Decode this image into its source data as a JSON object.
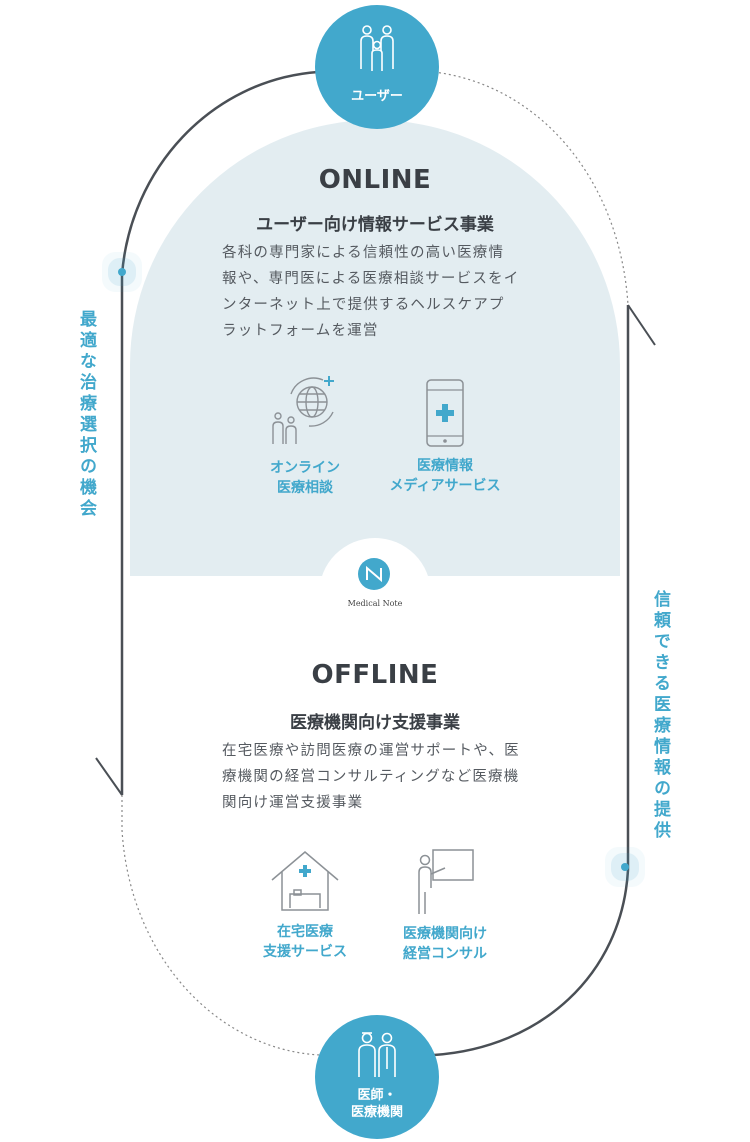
{
  "nodes": {
    "user": "ユーザー",
    "doctor_line1": "医師・",
    "doctor_line2": "医療機関"
  },
  "side_labels": {
    "left": "最適な治療選択の機会",
    "right": "信頼できる医療情報の提供"
  },
  "online": {
    "title": "ONLINE",
    "subtitle": "ユーザー向け情報サービス事業",
    "description": "各科の専門家による信頼性の高い医療情\n報や、専門医による医療相談サービスをイ\nンターネット上で提供するヘルスケアプ\nラットフォームを運営",
    "services": [
      {
        "label": "オンライン\n医療相談",
        "icon": "globe-consultation-icon"
      },
      {
        "label": "医療情報\nメディアサービス",
        "icon": "smartphone-medical-icon"
      }
    ]
  },
  "logo": {
    "text": "Medical Note"
  },
  "offline": {
    "title": "OFFLINE",
    "subtitle": "医療機関向け支援事業",
    "description": "在宅医療や訪問医療の運営サポートや、医\n療機関の経営コンサルティングなど医療機\n関向け運営支援事業",
    "services": [
      {
        "label": "在宅医療\n支援サービス",
        "icon": "home-care-icon"
      },
      {
        "label": "医療機関向け\n経営コンサル",
        "icon": "presentation-icon"
      }
    ]
  },
  "colors": {
    "accent": "#42a8cc",
    "panel": "#e3edf1",
    "text": "#3a3f45"
  }
}
